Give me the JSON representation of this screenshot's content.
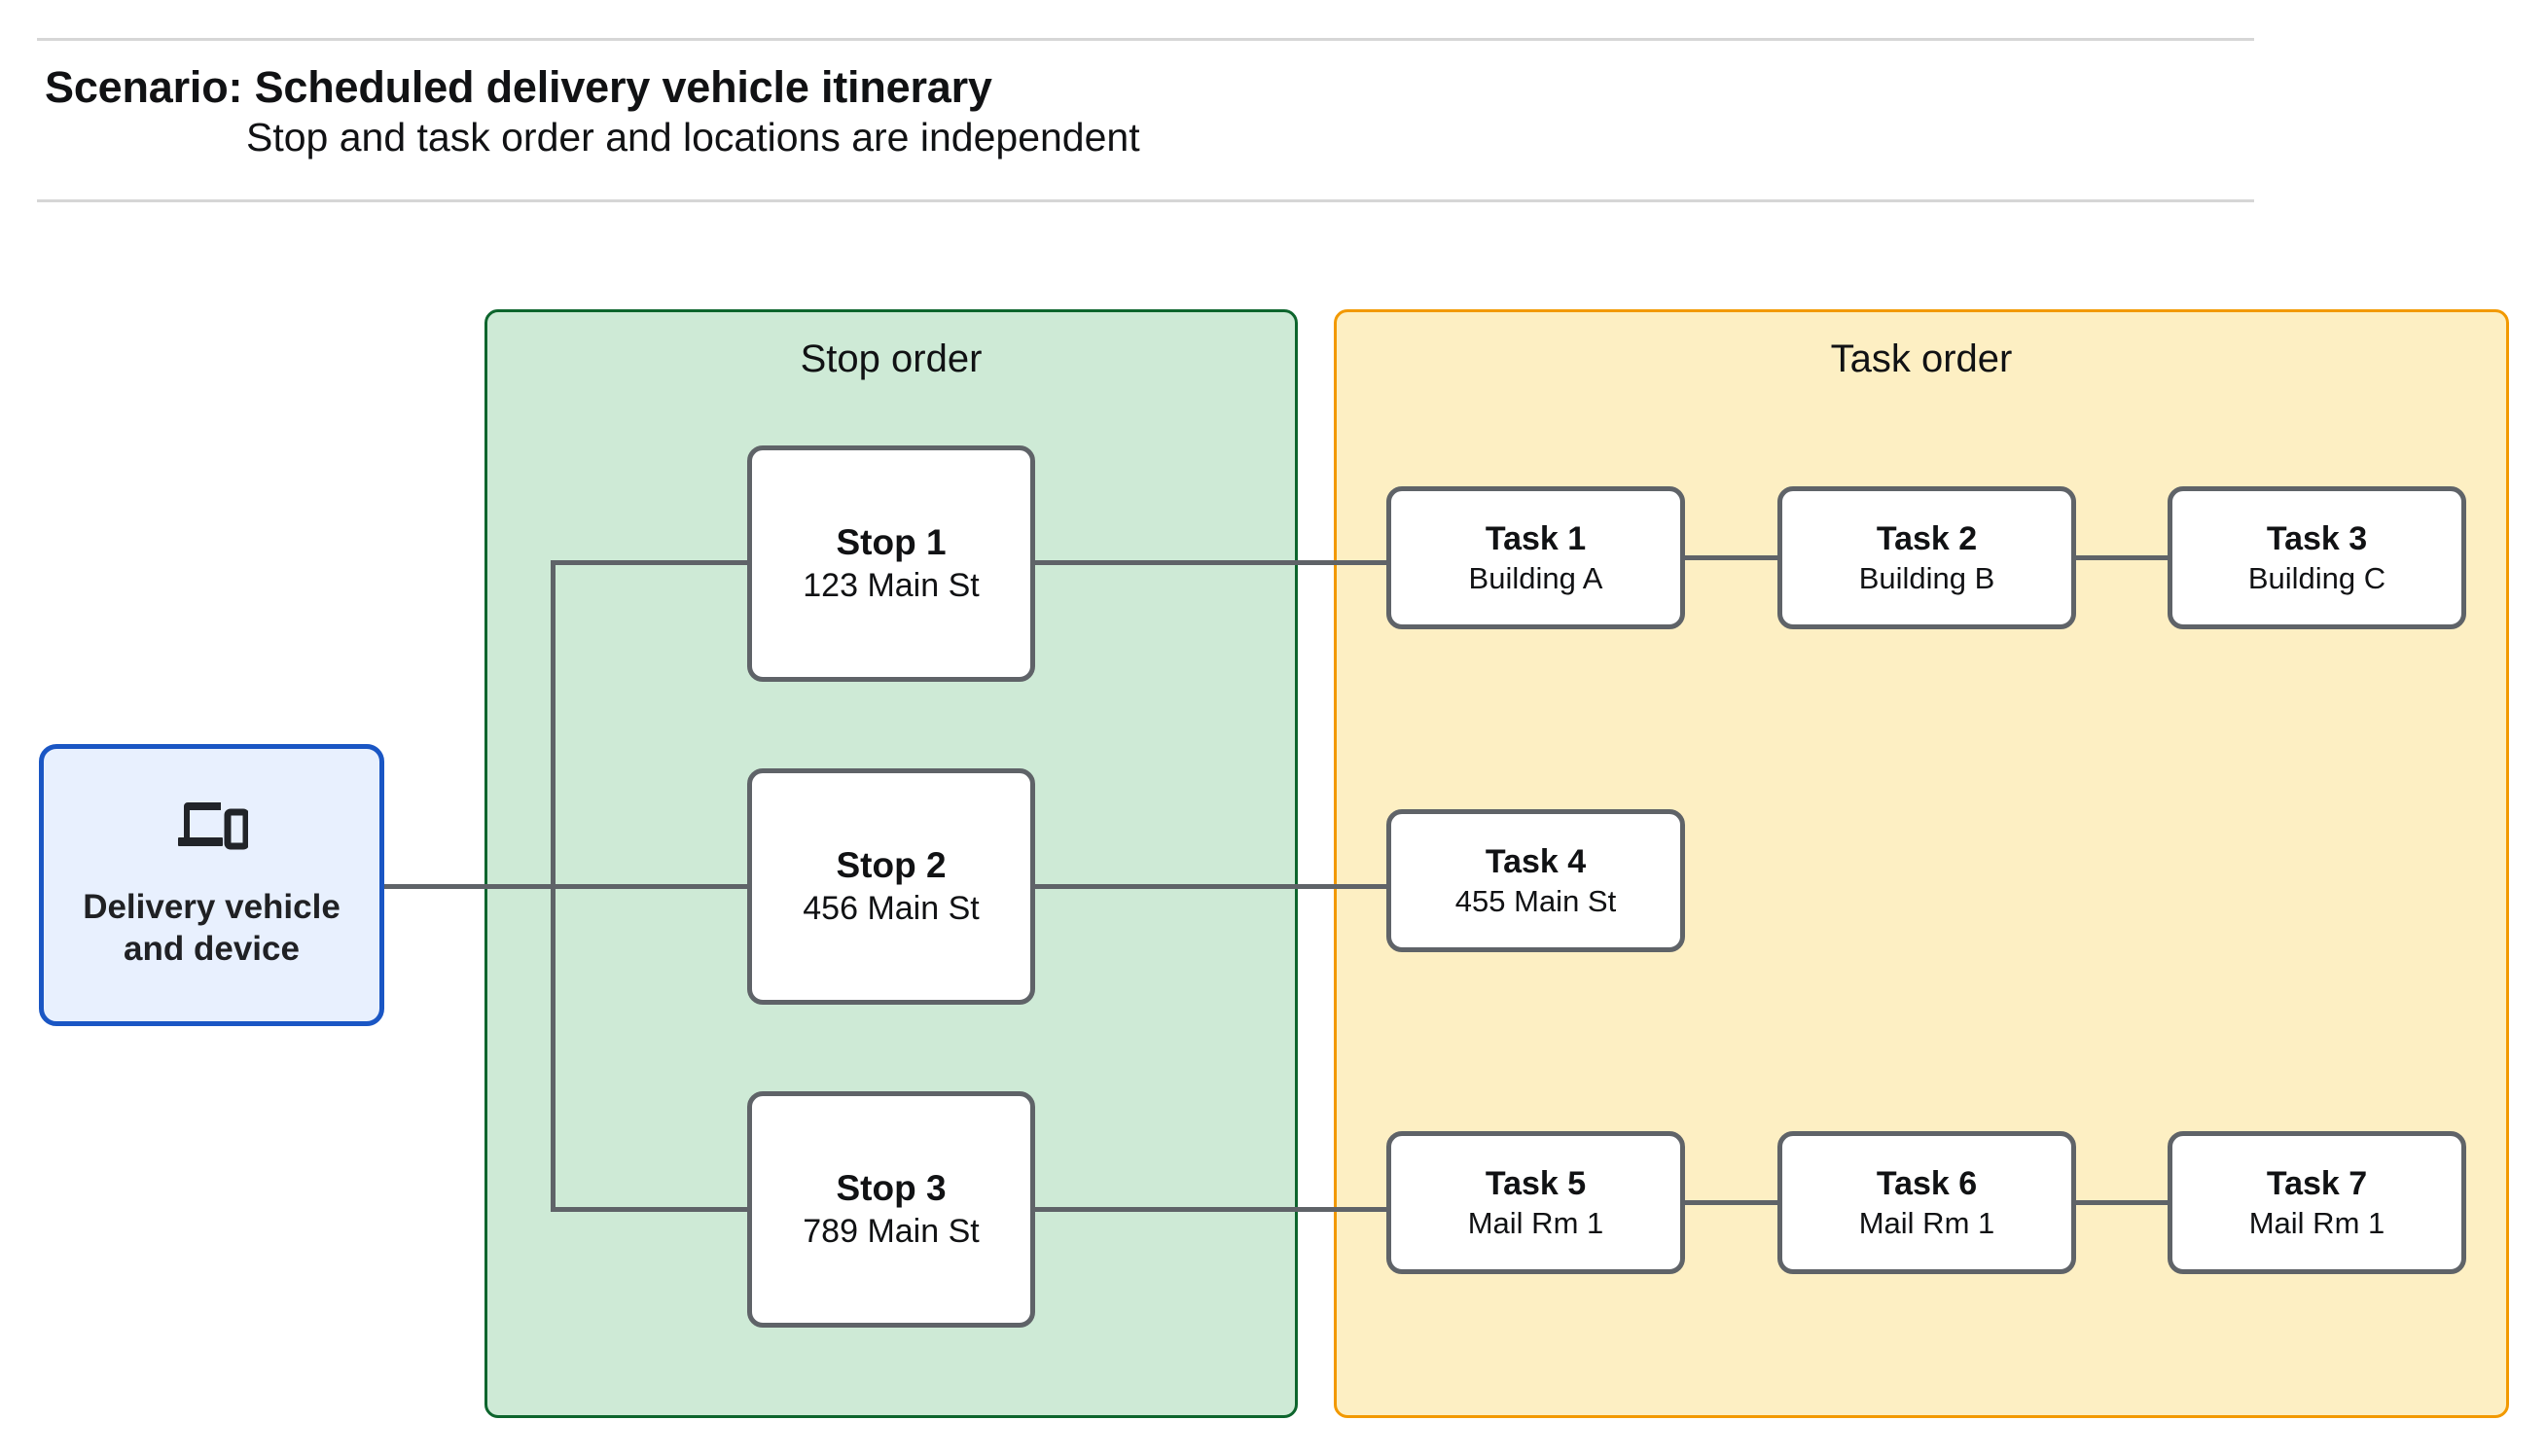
{
  "header": {
    "title": "Scenario: Scheduled delivery vehicle itinerary",
    "subtitle": "Stop and task order and locations are independent"
  },
  "vehicle": {
    "icon": "devices-icon",
    "label": "Delivery vehicle\nand device",
    "label_line1": "Delivery vehicle",
    "label_line2": "and device",
    "fill_color": "#e8f0fe",
    "border_color": "#1a56c4"
  },
  "groups": [
    {
      "id": "stop-order",
      "title": "Stop order",
      "fill_color": "#ceead6",
      "border_color": "#0d652d"
    },
    {
      "id": "task-order",
      "title": "Task order",
      "fill_color": "#fdefc3",
      "border_color": "#f29900"
    }
  ],
  "stops": [
    {
      "title": "Stop 1",
      "subtitle": "123 Main St"
    },
    {
      "title": "Stop 2",
      "subtitle": "456 Main St"
    },
    {
      "title": "Stop 3",
      "subtitle": "789 Main St"
    }
  ],
  "tasks": [
    {
      "title": "Task 1",
      "subtitle": "Building A"
    },
    {
      "title": "Task 2",
      "subtitle": "Building B"
    },
    {
      "title": "Task 3",
      "subtitle": "Building C"
    },
    {
      "title": "Task 4",
      "subtitle": "455 Main St"
    },
    {
      "title": "Task 5",
      "subtitle": "Mail Rm 1"
    },
    {
      "title": "Task 6",
      "subtitle": "Mail Rm 1"
    },
    {
      "title": "Task 7",
      "subtitle": "Mail Rm 1"
    }
  ],
  "node_style": {
    "fill_color": "#ffffff",
    "border_color": "#5f6368"
  },
  "connector_color": "#5f6368"
}
